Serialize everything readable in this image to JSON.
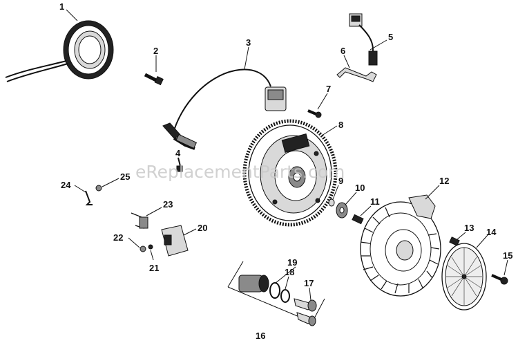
{
  "watermark": "eReplacementParts.com",
  "callouts": [
    {
      "id": "1",
      "label": "1"
    },
    {
      "id": "2",
      "label": "2"
    },
    {
      "id": "3",
      "label": "3"
    },
    {
      "id": "4",
      "label": "4"
    },
    {
      "id": "5",
      "label": "5"
    },
    {
      "id": "6",
      "label": "6"
    },
    {
      "id": "7",
      "label": "7"
    },
    {
      "id": "8",
      "label": "8"
    },
    {
      "id": "9",
      "label": "9"
    },
    {
      "id": "10",
      "label": "10"
    },
    {
      "id": "11",
      "label": "11"
    },
    {
      "id": "12",
      "label": "12"
    },
    {
      "id": "13",
      "label": "13"
    },
    {
      "id": "14",
      "label": "14"
    },
    {
      "id": "15",
      "label": "15"
    },
    {
      "id": "16",
      "label": "16"
    },
    {
      "id": "17",
      "label": "17"
    },
    {
      "id": "18",
      "label": "18"
    },
    {
      "id": "19",
      "label": "19"
    },
    {
      "id": "20",
      "label": "20"
    },
    {
      "id": "21",
      "label": "21"
    },
    {
      "id": "22",
      "label": "22"
    },
    {
      "id": "23",
      "label": "23"
    },
    {
      "id": "24",
      "label": "24"
    },
    {
      "id": "25",
      "label": "25"
    }
  ]
}
